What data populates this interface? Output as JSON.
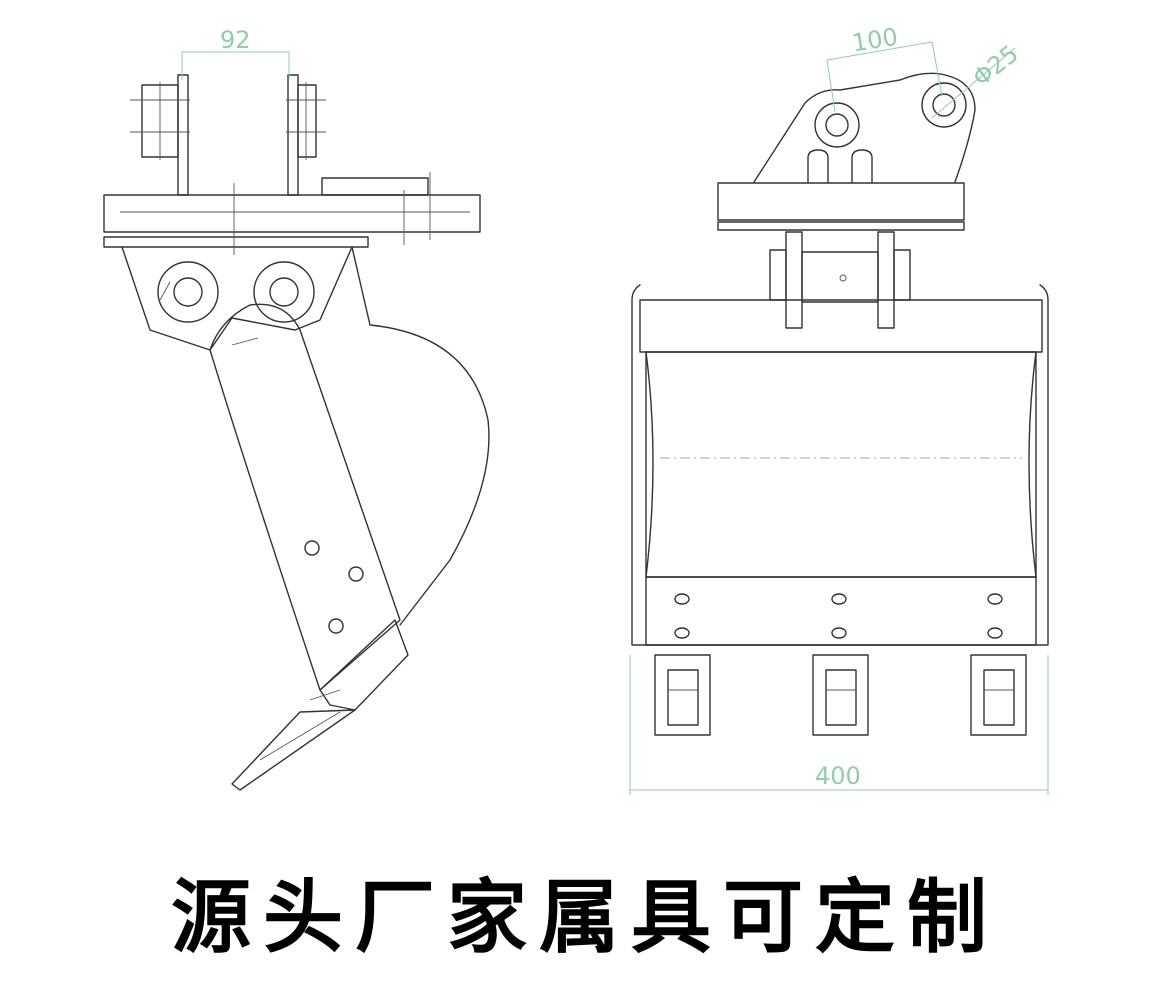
{
  "dimensions": {
    "side_width": "92",
    "pin_spacing": "100",
    "pin_diameter": "Φ25",
    "bucket_width": "400"
  },
  "caption": "源头厂家属具可定制",
  "colors": {
    "line": "#333333",
    "dimension": "#8fd0a2",
    "caption": "#000000"
  }
}
